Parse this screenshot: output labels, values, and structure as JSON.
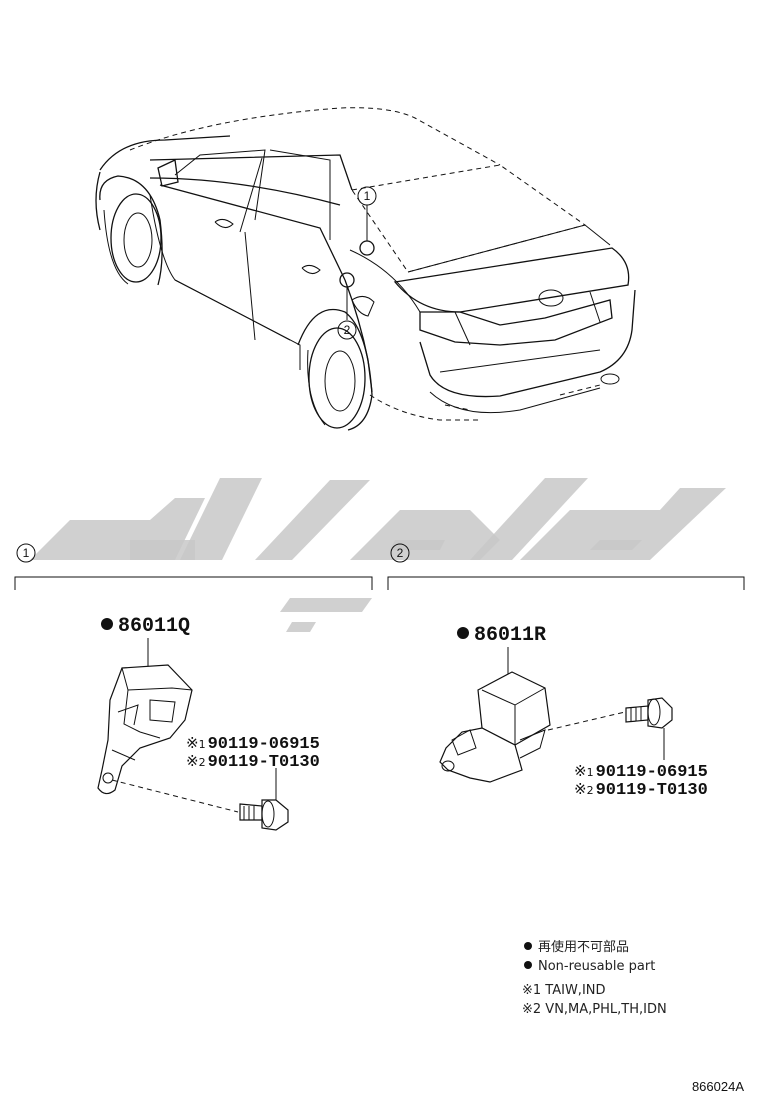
{
  "callouts": {
    "one": "1",
    "two": "2"
  },
  "left_section": {
    "part_number": "86011Q",
    "bolt_line1_sub": "1",
    "bolt_line1_pn": "90119-06915",
    "bolt_line2_sub": "2",
    "bolt_line2_pn": "90119-T0130"
  },
  "right_section": {
    "part_number": "86011R",
    "bolt_line1_sub": "1",
    "bolt_line1_pn": "90119-06915",
    "bolt_line2_sub": "2",
    "bolt_line2_pn": "90119-T0130"
  },
  "legend": {
    "line1": "再使用不可部品",
    "line2": "Non-reusable part",
    "note1": "※1 TAIW,IND",
    "note2": "※2 VN,MA,PHL,TH,IDN"
  },
  "diagram_id": "866024A",
  "watermark_color": "#c8c8c8",
  "icons": {
    "bullet": "filled-circle-icon",
    "note_mark": "reference-mark-icon"
  }
}
